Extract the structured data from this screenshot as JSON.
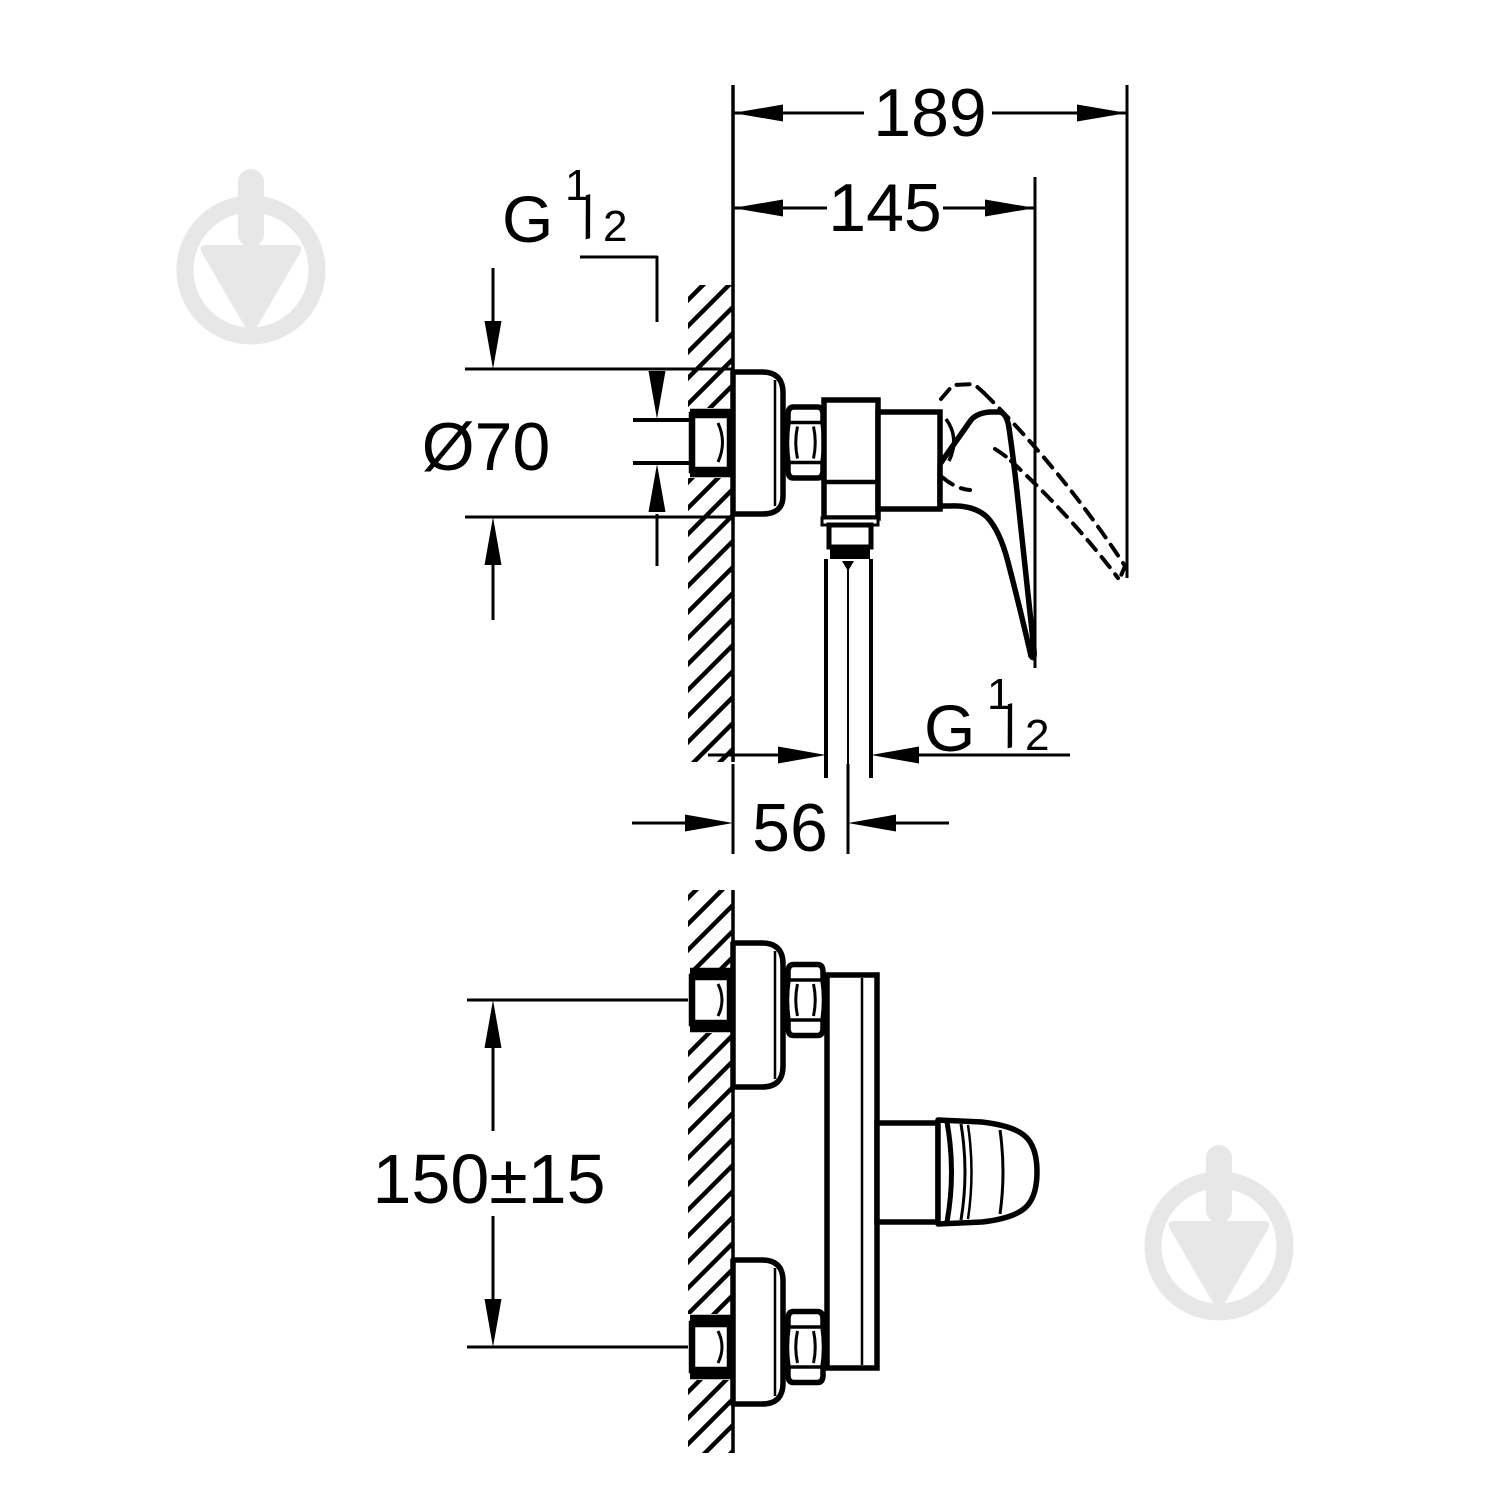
{
  "colors": {
    "ink": "#000000",
    "background": "#ffffff",
    "watermark": "#e7e7e7"
  },
  "dimension_labels": {
    "overall_depth": "189",
    "depth_to_handle_tip": "145",
    "escutcheon_diameter": "Ø70",
    "outlet_offset_from_wall": "56",
    "connection_centers": "150±15"
  },
  "thread_label": {
    "letter": "G",
    "numerator": "1",
    "slash": "/",
    "denominator": "2"
  },
  "watermark_icon": "trowel-in-circle-logo"
}
